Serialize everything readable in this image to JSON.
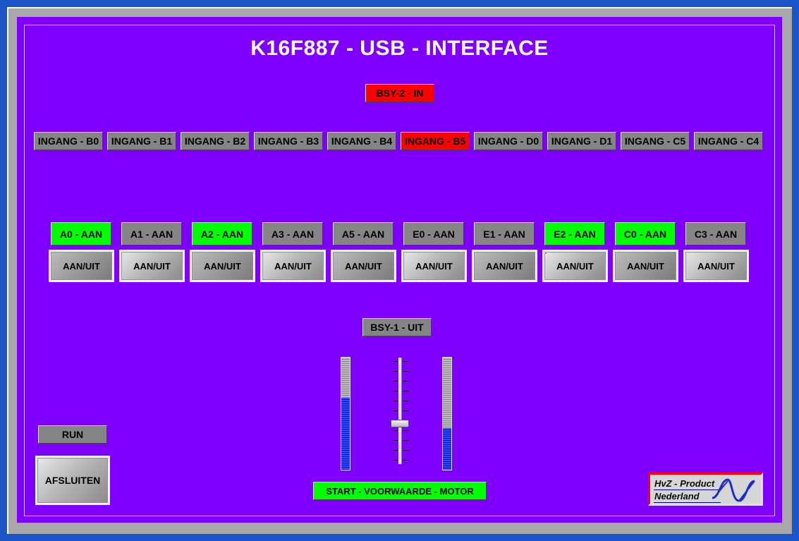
{
  "title": "K16F887 - USB - INTERFACE",
  "bsy2": {
    "label": "BSY-2 - IN",
    "state": "red"
  },
  "inputs": [
    {
      "label": "INGANG - B0",
      "state": "grey"
    },
    {
      "label": "INGANG - B1",
      "state": "grey"
    },
    {
      "label": "INGANG - B2",
      "state": "grey"
    },
    {
      "label": "INGANG - B3",
      "state": "grey"
    },
    {
      "label": "INGANG - B4",
      "state": "grey"
    },
    {
      "label": "INGANG - B5",
      "state": "red"
    },
    {
      "label": "INGANG - D0",
      "state": "grey"
    },
    {
      "label": "INGANG - D1",
      "state": "grey"
    },
    {
      "label": "INGANG - C5",
      "state": "grey"
    },
    {
      "label": "INGANG - C4",
      "state": "grey"
    }
  ],
  "outputs": [
    {
      "label": "A0 - AAN",
      "state": "green",
      "button": "AAN/UIT"
    },
    {
      "label": "A1 - AAN",
      "state": "grey",
      "button": "AAN/UIT"
    },
    {
      "label": "A2 - AAN",
      "state": "green",
      "button": "AAN/UIT"
    },
    {
      "label": "A3 - AAN",
      "state": "grey",
      "button": "AAN/UIT"
    },
    {
      "label": "A5 - AAN",
      "state": "grey",
      "button": "AAN/UIT"
    },
    {
      "label": "E0 - AAN",
      "state": "grey",
      "button": "AAN/UIT"
    },
    {
      "label": "E1 - AAN",
      "state": "grey",
      "button": "AAN/UIT"
    },
    {
      "label": "E2 - AAN",
      "state": "green",
      "button": "AAN/UIT"
    },
    {
      "label": "C0 - AAN",
      "state": "green",
      "button": "AAN/UIT"
    },
    {
      "label": "C3 - AAN",
      "state": "grey",
      "button": "AAN/UIT"
    }
  ],
  "bsy1": {
    "label": "BSY-1 - UIT",
    "state": "grey"
  },
  "levels": {
    "left_bar": 0.64,
    "slider": 0.37,
    "right_bar": 0.37
  },
  "run": {
    "label": "RUN",
    "state": "grey"
  },
  "afsluiten": {
    "label": "AFSLUITEN"
  },
  "start": {
    "label": "START - VOORWAARDE - MOTOR",
    "state": "green"
  },
  "logo": {
    "line1": "HvZ - Product",
    "line2": "Nederland"
  },
  "colors": {
    "panel": "#8000ff",
    "on": "#00ff00",
    "off": "#858585",
    "alarm": "#ff0000",
    "desktop": "#1a55c8"
  }
}
